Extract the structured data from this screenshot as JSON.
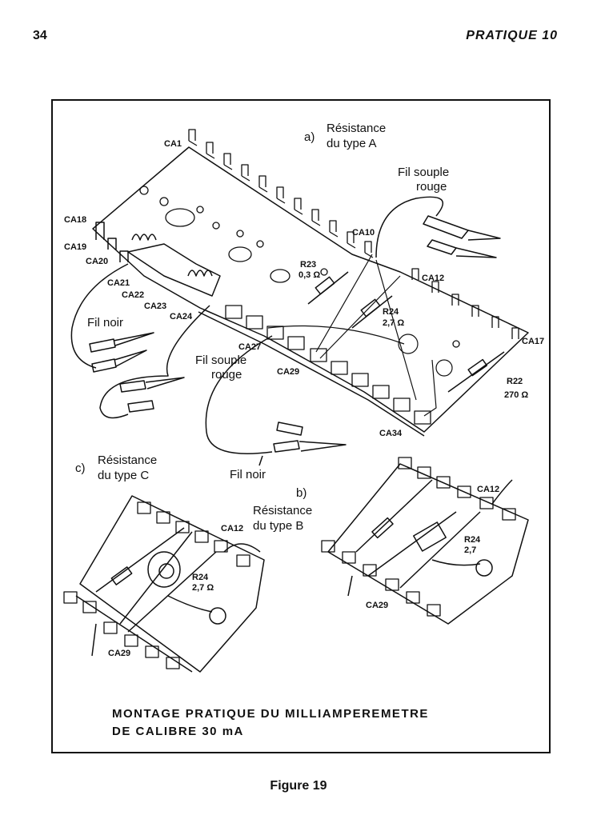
{
  "header": {
    "page_number": "34",
    "running_head": "PRATIQUE 10"
  },
  "figure": {
    "labels": {
      "section_a_letter": "a)",
      "section_a_line1": "Résistance",
      "section_a_line2": "du type A",
      "section_b_letter": "b)",
      "section_b_line1": "Résistance",
      "section_b_line2": "du type B",
      "section_c_letter": "c)",
      "section_c_line1": "Résistance",
      "section_c_line2": "du type C",
      "fil_souple_rouge_1_l1": "Fil souple",
      "fil_souple_rouge_1_l2": "rouge",
      "fil_souple_rouge_2_l1": "Fil souple",
      "fil_souple_rouge_2_l2": "rouge",
      "fil_noir_1": "Fil noir",
      "fil_noir_2": "Fil noir",
      "ca1": "CA1",
      "ca10": "CA10",
      "ca12": "CA12",
      "ca17": "CA17",
      "ca18": "CA18",
      "ca19": "CA19",
      "ca20": "CA20",
      "ca21": "CA21",
      "ca22": "CA22",
      "ca23": "CA23",
      "ca24": "CA24",
      "ca27": "CA27",
      "ca29": "CA29",
      "ca34": "CA34",
      "ca12_b": "CA12",
      "ca12_c": "CA12",
      "ca29_b": "CA29",
      "ca29_c": "CA29",
      "r23": "R23",
      "r23_val": "0,3 Ω",
      "r24": "R24",
      "r24_val": "2,7 Ω",
      "r22": "R22",
      "r22_val": "270 Ω",
      "r24_b": "R24",
      "r24_b_val": "2,7",
      "r24_c": "R24",
      "r24_c_val": "2,7 Ω"
    },
    "caption_line1": "MONTAGE PRATIQUE DU MILLIAMPEREMETRE",
    "caption_line2": "DE CALIBRE 30 mA",
    "figure_label": "Figure 19"
  }
}
